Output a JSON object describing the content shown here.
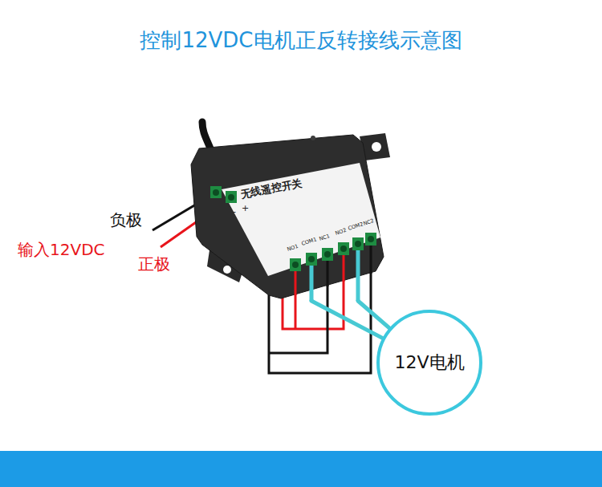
{
  "diagram": {
    "title": "控制12VDC电机正反转接线示意图",
    "nodes": [
      {
        "text": [
          "无线遥控开关"
        ]
      },
      {
        "text": [
          "12V电机"
        ]
      }
    ],
    "edges": [
      {
        "from": 0,
        "to": 1,
        "arrow": "none"
      },
      {
        "from": 0,
        "to": 1,
        "arrow": "none"
      }
    ],
    "labels": [
      "负极",
      "输入12VDC",
      "正极",
      "+",
      "-",
      "NO1",
      "COM1",
      "NC1",
      "NO2",
      "COM2",
      "NC2"
    ]
  }
}
